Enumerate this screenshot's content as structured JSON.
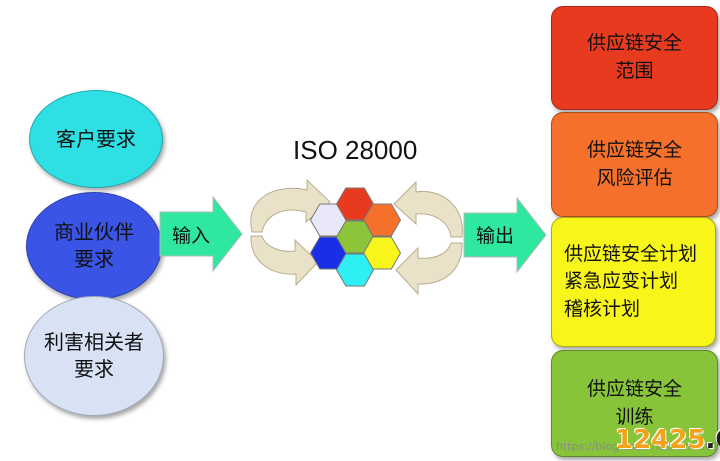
{
  "inputs": [
    {
      "label": "客户要求",
      "color": "#2ee0e4"
    },
    {
      "label": "商业伙伴\n要求",
      "color": "#3a55e6"
    },
    {
      "label": "利害相关者\n要求",
      "color": "#d8e2f4"
    }
  ],
  "input_arrow_label": "输入",
  "output_arrow_label": "输出",
  "center_title": "ISO 28000",
  "outputs": [
    {
      "label": "供应链安全\n范围",
      "color": "#e83a1e"
    },
    {
      "label": "供应链安全\n风险评估",
      "color": "#f5702a"
    },
    {
      "label": "供应链安全计划\n紧急应变计划\n稽核计划",
      "color": "#f7f51a"
    },
    {
      "label": "供应链安全\n训练",
      "color": "#88c43a"
    }
  ],
  "hex_colors": [
    "#e8e8fa",
    "#e83a1e",
    "#f5702a",
    "#1a2ee8",
    "#8cc43a",
    "#f7f51a",
    "#2ef0f4"
  ],
  "arrow_color": "#2ee8a0",
  "watermark": "https://blog.csdn.net/lonrin0190",
  "logo": {
    "text": "12425",
    "suffix": ".CN"
  }
}
